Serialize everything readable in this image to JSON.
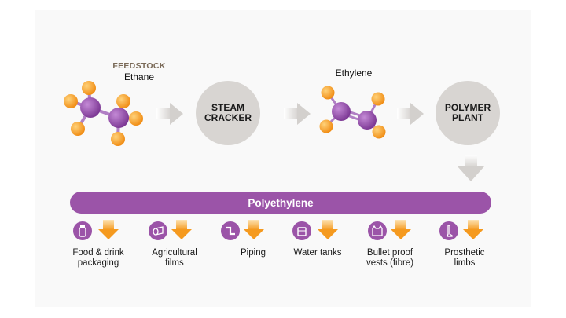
{
  "feedstock": {
    "tag": "FEEDSTOCK",
    "name": "Ethane"
  },
  "intermediate": {
    "name": "Ethylene"
  },
  "processes": {
    "steam_cracker": [
      "STEAM",
      "CRACKER"
    ],
    "polymer_plant": [
      "POLYMER",
      "PLANT"
    ]
  },
  "product": {
    "name": "Polyethylene"
  },
  "applications": [
    {
      "label_lines": [
        "Food & drink",
        "packaging"
      ],
      "icon": "bottle-icon"
    },
    {
      "label_lines": [
        "Agricultural",
        "films"
      ],
      "icon": "film-roll-icon"
    },
    {
      "label_lines": [
        "Piping"
      ],
      "icon": "pipe-icon"
    },
    {
      "label_lines": [
        "Water tanks"
      ],
      "icon": "water-tank-icon"
    },
    {
      "label_lines": [
        "Bullet proof",
        "vests (fibre)"
      ],
      "icon": "vest-icon"
    },
    {
      "label_lines": [
        "Prosthetic",
        "limbs"
      ],
      "icon": "prosthetic-leg-icon"
    }
  ],
  "colors": {
    "carbon": "#8e44a6",
    "hydrogen": "#f59a1f",
    "bond": "#b07fc4",
    "process_circle": "#d8d5d2",
    "banner": "#9b54a8",
    "flow_arrow": "#d6d3d0",
    "app_arrow": "#f6a623"
  }
}
